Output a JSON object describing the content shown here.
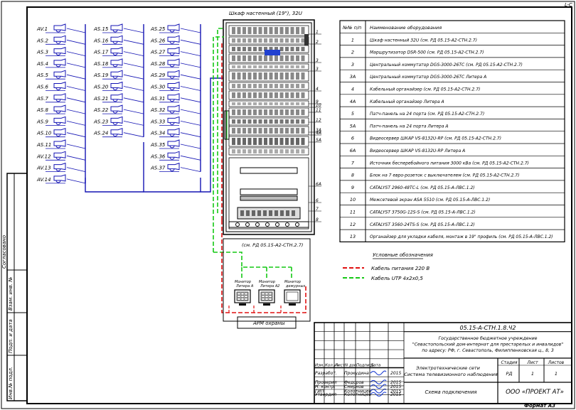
{
  "cabinet_title": "Шкаф настенный (19\"), 32U",
  "cameras_col1": [
    "AV.1",
    "AS.2",
    "AS.3",
    "AS.4",
    "AS.5",
    "AS.6",
    "AS.7",
    "AS.8",
    "AS.9",
    "AS.10",
    "AS.11",
    "AV.12",
    "AV.13",
    "AV.14"
  ],
  "cameras_col2": [
    "AS.15",
    "AS.16",
    "AS.17",
    "AS.18",
    "AS.19",
    "AS.20",
    "AS.21",
    "AS.22",
    "AS.23",
    "AS.24"
  ],
  "cameras_col3": [
    "AS.25",
    "AS.26",
    "AS.27",
    "AS.28",
    "AS.29",
    "AS.30",
    "AS.31",
    "AS.32",
    "AS.33",
    "AS.34",
    "AS.35",
    "AS.36",
    "AS.37"
  ],
  "callouts": [
    "1",
    "2",
    "3",
    "3",
    "4",
    "9",
    "10",
    "11",
    "12",
    "3А",
    "4А",
    "5А",
    "6А",
    "6",
    "7",
    "8"
  ],
  "equipment_table": {
    "headers": [
      "№№ п/п",
      "Наименование оборудования"
    ],
    "rows": [
      [
        "1",
        "Шкаф настенный 32U (см. РД 05.15-А2-СТН.2.7)"
      ],
      [
        "2",
        "Маршрутизатор DSR-500 (см. РД 05.15-А2-СТН.2.7)"
      ],
      [
        "3",
        "Центральный коммутатор DGS-3000-26TC (см. РД 05.15-А2-СТН.2.7)"
      ],
      [
        "3А",
        "Центральный коммутатор DGS-3000-26TC Литера А"
      ],
      [
        "4",
        "Кабельный органайзер (см. РД 05.15-А2-СТН.2.7)"
      ],
      [
        "4А",
        "Кабельный органайзер Литера А"
      ],
      [
        "5",
        "Патч-панель на 24 порта (см. РД 05.15-А2-СТН.2.7)"
      ],
      [
        "5А",
        "Патч-панель на 24 порта Литера А"
      ],
      [
        "6",
        "Видеосервер ШКАР VS-8132U-RP (см. РД 05.15-А2-СТН.2.7)"
      ],
      [
        "6А",
        "Видеосервер ШКАР VS-8132U-RP Литера А"
      ],
      [
        "7",
        "Источник бесперебойного питания 3000 кВа (см. РД 05.15-А2-СТН.2.7)"
      ],
      [
        "8",
        "Блок на 7 евро-розеток с выключателем (см. РД 05.15-А2-СТН.2.7)"
      ],
      [
        "9",
        "CATALYST 2960-48TC-L (см. РД 05.15-А-ЛВС.1.2)"
      ],
      [
        "10",
        "Межсетевой экран ASA 5510 (см. РД 05.15-А-ЛВС.1.2)"
      ],
      [
        "11",
        "CATALYST 3750G-12S-S (см. РД 05.15-А-ЛВС.1.2)"
      ],
      [
        "12",
        "CATALYST 3560-24TS-S (см. РД 05.15-А-ЛВС.1.2)"
      ],
      [
        "13",
        "Органайзер для укладки кабеля, монтаж в 19\" профиль (см. РД 05.15-А-ЛВС.1.2)"
      ]
    ]
  },
  "arm": {
    "ref": "(см. РД 05.15-А2-СТН.2.7)",
    "monitors": [
      "Монитор Литера А",
      "Монитор Литера А2",
      "Монитор дежурных"
    ],
    "label": "АРМ охраны"
  },
  "legend": {
    "title": "Условные обозначения",
    "items": [
      {
        "label": "Кабель питания 220 В",
        "color": "#e01010"
      },
      {
        "label": "Кабель  UTP 4х2х0,5",
        "color": "#14c814"
      }
    ]
  },
  "left_stamps": [
    "Инв.№ подл.",
    "Подп. и дата",
    "Взам. инв. №",
    "Согласовано"
  ],
  "title_block": {
    "code": "05.15-А-СТН.1.8.Ч2",
    "org": [
      "Государственное бюджетное учреждение",
      "\"Севастопольский дом-интернат для престарелых и инвалидов\"",
      "по адресу: РФ, г. Севастополь, Филиппенковская ц., 8, 3"
    ],
    "header_cols": [
      "Изм.",
      "Кол.уч",
      "Лист",
      "N док.",
      "Подпись",
      "Дата"
    ],
    "people": [
      {
        "role": "Разработ.",
        "name": "Прокудина",
        "date": "2015"
      },
      {
        "role": "Проверил",
        "name": "Федоров",
        "date": "2015"
      },
      {
        "role": "ГИП",
        "name": "Колотницев",
        "date": "2015"
      },
      {
        "role": "Н. контр.",
        "name": "Смирнов",
        "date": "2015"
      },
      {
        "role": "Утвердил",
        "name": "Колотницев",
        "date": "2015"
      }
    ],
    "system": [
      "Электротехнические сети",
      "Система телевизионного наблюдения"
    ],
    "stage_headers": [
      "Стадия",
      "Лист",
      "Листов"
    ],
    "stage_values": [
      "РД",
      "1",
      "1"
    ],
    "sheet_title": "Схема подключения",
    "company": "ООО «ПРОЕКТ АТ»"
  },
  "format": "Формат А3",
  "corner": "L-C"
}
